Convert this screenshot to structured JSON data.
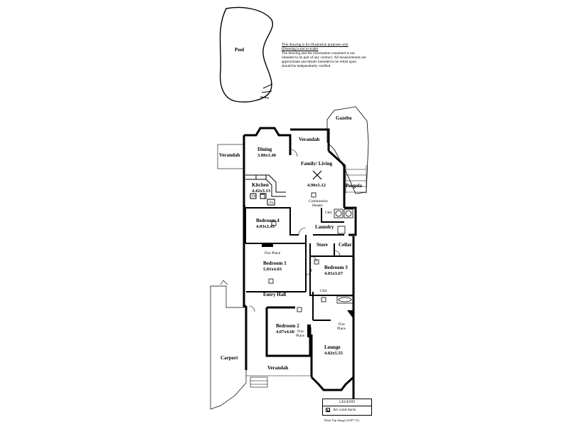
{
  "disclaimer": {
    "line1": "This drawing is for illustration purposes only",
    "line2": "(Drawing is not to scale)",
    "body": "The drawing and the information contained is not intended to be part of any contract. All measurements are approximate and details intended to be relied upon should be independently verified."
  },
  "rooms": {
    "pool": "Pool",
    "gazebo": "Gazebo",
    "verandah_top": "Verandah",
    "verandah_left": "Verandah",
    "verandah_bottom": "Verandah",
    "dining": "Dining",
    "dining_dim": "3.80x3.40",
    "family": "Family/ Living",
    "family_dim": "4.90x5.12",
    "kitchen": "Kitchen",
    "kitchen_dim": "4.42x3.13",
    "pergola": "Pergola",
    "combustion": "Combustion",
    "heater": "Heater",
    "cbd1": "Cbd",
    "laundry": "Laundry",
    "bedroom4": "Bedroom 4",
    "bedroom4_dim": "4.03x3.43",
    "store": "Store",
    "cellar": "Cellar",
    "fireplace1": "Fire Place",
    "bedroom1": "Bedroom 1",
    "bedroom1_dim": "5.01x4.03",
    "bedroom3": "Bedroom 3",
    "bedroom3_dim": "4.01x3.67",
    "cbd2": "Cbd",
    "entry": "Entry Hall",
    "fireplace_lounge_1": "Fire",
    "fireplace_lounge_2": "Place",
    "bedroom2": "Bedroom 2",
    "bedroom2_dim": "4.07x4.60",
    "fireplace2_1": "Fire",
    "fireplace2_2": "Place",
    "lounge": "Lounge",
    "lounge_dim": "4.02x5.55",
    "carport": "Carport",
    "ov": "Ov",
    "fs": "Fs"
  },
  "legend": {
    "title": "LEGEND",
    "item": "Air cond ducts"
  },
  "image_ref": "Desk Top Image (1207-72)"
}
